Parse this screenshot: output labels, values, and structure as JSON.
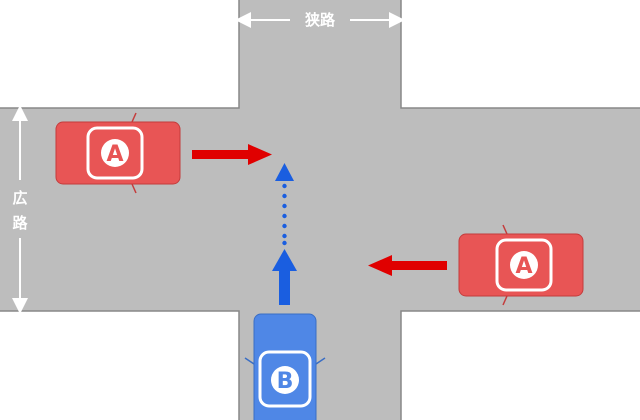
{
  "labels": {
    "narrow_road": "狭路",
    "wide_road_char1": "広",
    "wide_road_char2": "路"
  },
  "vehicles": [
    {
      "id": "a-left",
      "letter": "A",
      "color": "#e85555",
      "heading": "east"
    },
    {
      "id": "a-right",
      "letter": "A",
      "color": "#e85555",
      "heading": "west"
    },
    {
      "id": "b",
      "letter": "B",
      "color": "#4f87e6",
      "heading": "north"
    }
  ],
  "colors": {
    "road": "#bdbdbd",
    "sidewalk": "#ffffff",
    "curb": "#888888",
    "arrow_red": "#e00000",
    "arrow_blue": "#1a5ee0"
  }
}
